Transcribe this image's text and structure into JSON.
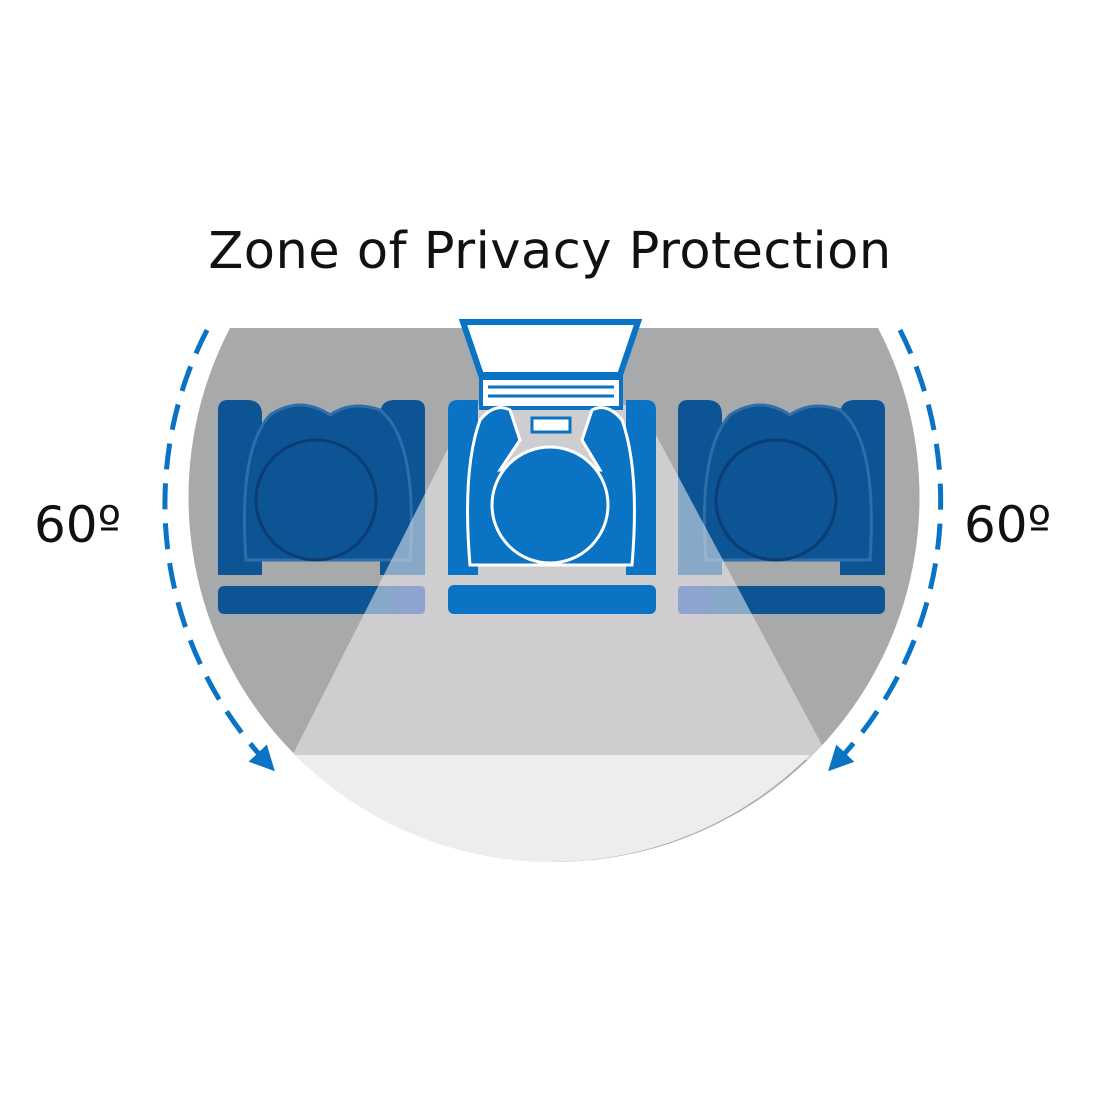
{
  "title": "Zone of Privacy Protection",
  "angles": {
    "left": "60º",
    "right": "60º"
  },
  "colors": {
    "blocked_zone": "#a8a9ab",
    "visible_zone": "#ededef",
    "user_blue": "#0a73c4",
    "neighbor_blue": "#0d5495",
    "arrow_blue": "#0a73c4"
  },
  "icons": {
    "user": "person-at-laptop-icon",
    "neighbors": "seated-person-icon",
    "laptop": "laptop-icon"
  }
}
